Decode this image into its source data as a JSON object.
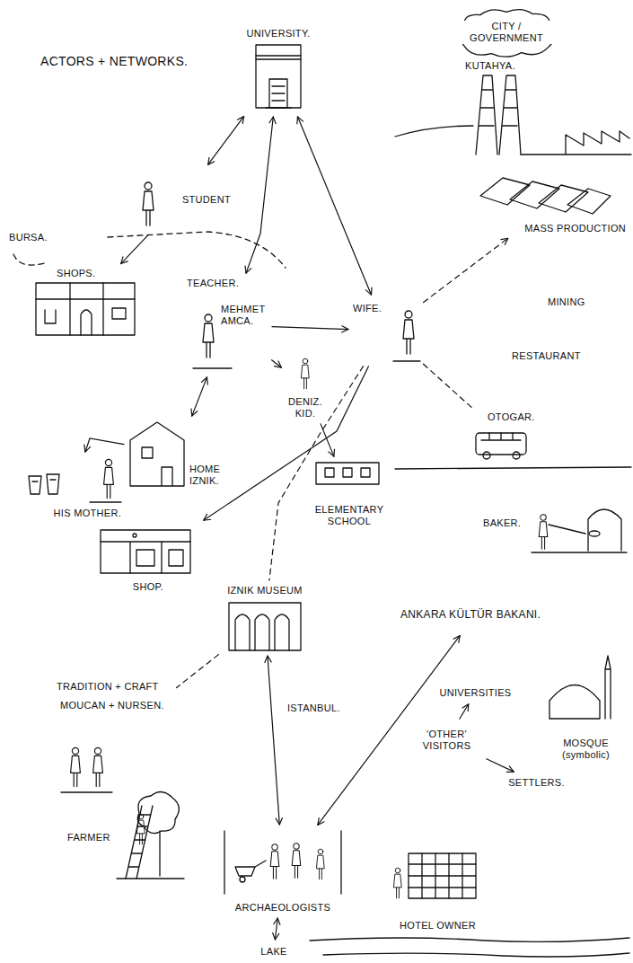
{
  "diagram": {
    "title": "ACTORS + NETWORKS.",
    "nodes": [
      {
        "text": [
          "UNIVERSITY."
        ]
      },
      {
        "text": [
          "CITY / GOVERNMENT"
        ]
      },
      {
        "text": [
          "KUTAHYA."
        ]
      },
      {
        "text": [
          "STUDENT"
        ]
      },
      {
        "text": [
          "MASS PRODUCTION"
        ]
      },
      {
        "text": [
          "SHOPS."
        ]
      },
      {
        "text": [
          "TEACHER.",
          "MEHMET AMCA."
        ]
      },
      {
        "text": [
          "WIFE."
        ]
      },
      {
        "text": [
          "DENIZ. KID."
        ]
      },
      {
        "text": [
          "OTOGAR."
        ]
      },
      {
        "text": [
          "HOME IZNIK."
        ]
      },
      {
        "text": [
          "HIS MOTHER."
        ]
      },
      {
        "text": [
          "ELEMENTARY SCHOOL"
        ]
      },
      {
        "text": [
          "BAKER."
        ]
      },
      {
        "text": [
          "SHOP."
        ]
      },
      {
        "text": [
          "IZNIK MUSEUM"
        ]
      },
      {
        "text": [
          "ANKARA KÜLTÜR BAKANI."
        ]
      },
      {
        "text": [
          "TRADITION + CRAFT",
          "MOUCAN + NURSEN."
        ]
      },
      {
        "text": [
          "UNIVERSITIES"
        ]
      },
      {
        "text": [
          "MOSQUE (symbolic)"
        ]
      },
      {
        "text": [
          "'OTHER' VISITORS"
        ]
      },
      {
        "text": [
          "SETTLERS."
        ]
      },
      {
        "text": [
          "FARMER"
        ]
      },
      {
        "text": [
          "ARCHAEOLOGISTS"
        ]
      },
      {
        "text": [
          "HOTEL OWNER"
        ]
      },
      {
        "text": [
          "LAKE"
        ]
      }
    ],
    "edges": [
      {
        "from": 0,
        "to": 3,
        "arrow": "both"
      },
      {
        "from": 0,
        "to": 6,
        "arrow": "both"
      },
      {
        "from": 0,
        "to": 7,
        "arrow": "both"
      },
      {
        "from": 3,
        "to": 5,
        "arrow": "to"
      },
      {
        "from": 6,
        "to": 7,
        "arrow": "to"
      },
      {
        "from": 6,
        "to": 8,
        "arrow": "to"
      },
      {
        "from": 8,
        "to": 12,
        "arrow": "to"
      },
      {
        "from": 6,
        "to": 10,
        "arrow": "both"
      },
      {
        "from": 10,
        "to": 11,
        "arrow": "to"
      },
      {
        "from": 7,
        "to": 14,
        "arrow": "to"
      },
      {
        "from": 7,
        "to": 4,
        "arrow": "to"
      },
      {
        "from": 7,
        "to": 9,
        "arrow": "none"
      },
      {
        "from": 7,
        "to": 15,
        "arrow": "none"
      },
      {
        "from": 15,
        "to": 17,
        "arrow": "none"
      },
      {
        "from": 15,
        "to": 23,
        "arrow": "both"
      },
      {
        "from": 16,
        "to": 23,
        "arrow": "both"
      },
      {
        "from": 23,
        "to": 25,
        "arrow": "both"
      },
      {
        "from": 20,
        "to": 18,
        "arrow": "to"
      },
      {
        "from": 20,
        "to": 21,
        "arrow": "to"
      }
    ],
    "labels": [
      "BURSA.",
      "MINING",
      "RESTAURANT",
      "ISTANBUL."
    ]
  }
}
